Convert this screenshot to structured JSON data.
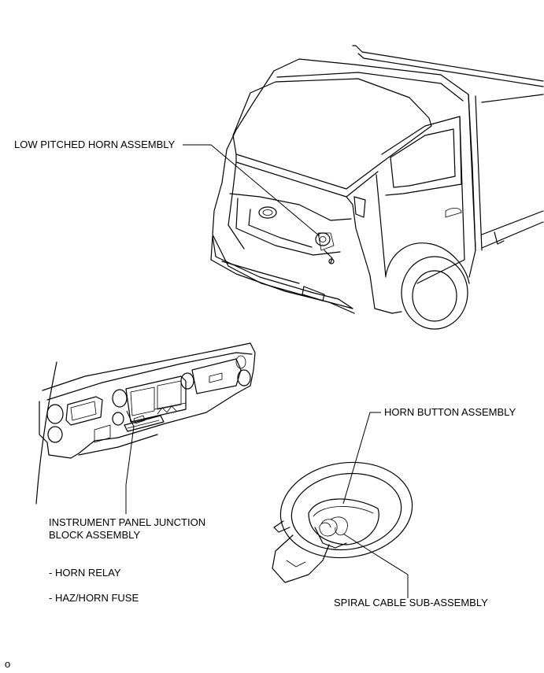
{
  "labels": {
    "low_pitched_horn": "LOW PITCHED HORN ASSEMBLY",
    "horn_button": "HORN BUTTON ASSEMBLY",
    "instrument_panel_line1": "INSTRUMENT PANEL JUNCTION",
    "instrument_panel_line2": "BLOCK ASSEMBLY",
    "horn_relay": "- HORN RELAY",
    "haz_horn_fuse": "- HAZ/HORN FUSE",
    "spiral_cable": "SPIRAL CABLE SUB-ASSEMBLY"
  },
  "corner_code": "o"
}
